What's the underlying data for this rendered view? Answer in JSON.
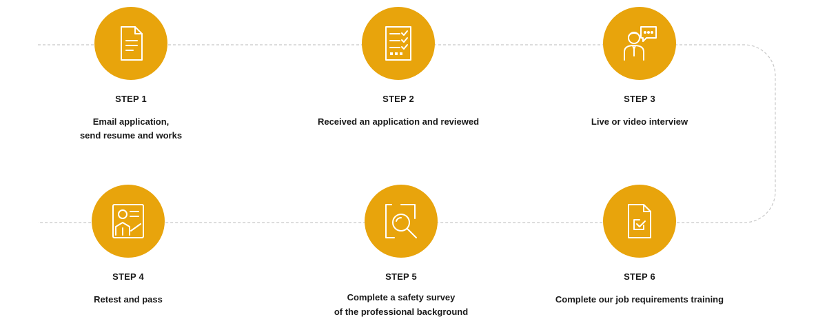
{
  "theme": {
    "accent": "#e8a40c",
    "connector": "#c8c8c8"
  },
  "steps": [
    {
      "label": "STEP 1",
      "description": "Email application,\nsend resume and works",
      "icon": "document-icon"
    },
    {
      "label": "STEP 2",
      "description": "Received an application and reviewed",
      "icon": "checklist-icon"
    },
    {
      "label": "STEP 3",
      "description": "Live or video interview",
      "icon": "interview-icon"
    },
    {
      "label": "STEP 4",
      "description": "Retest and pass",
      "icon": "id-card-icon"
    },
    {
      "label": "STEP 5",
      "description": "Complete a safety survey\nof the professional background",
      "icon": "search-document-icon"
    },
    {
      "label": "STEP 6",
      "description": "Complete our job requirements training",
      "icon": "document-check-icon"
    }
  ]
}
